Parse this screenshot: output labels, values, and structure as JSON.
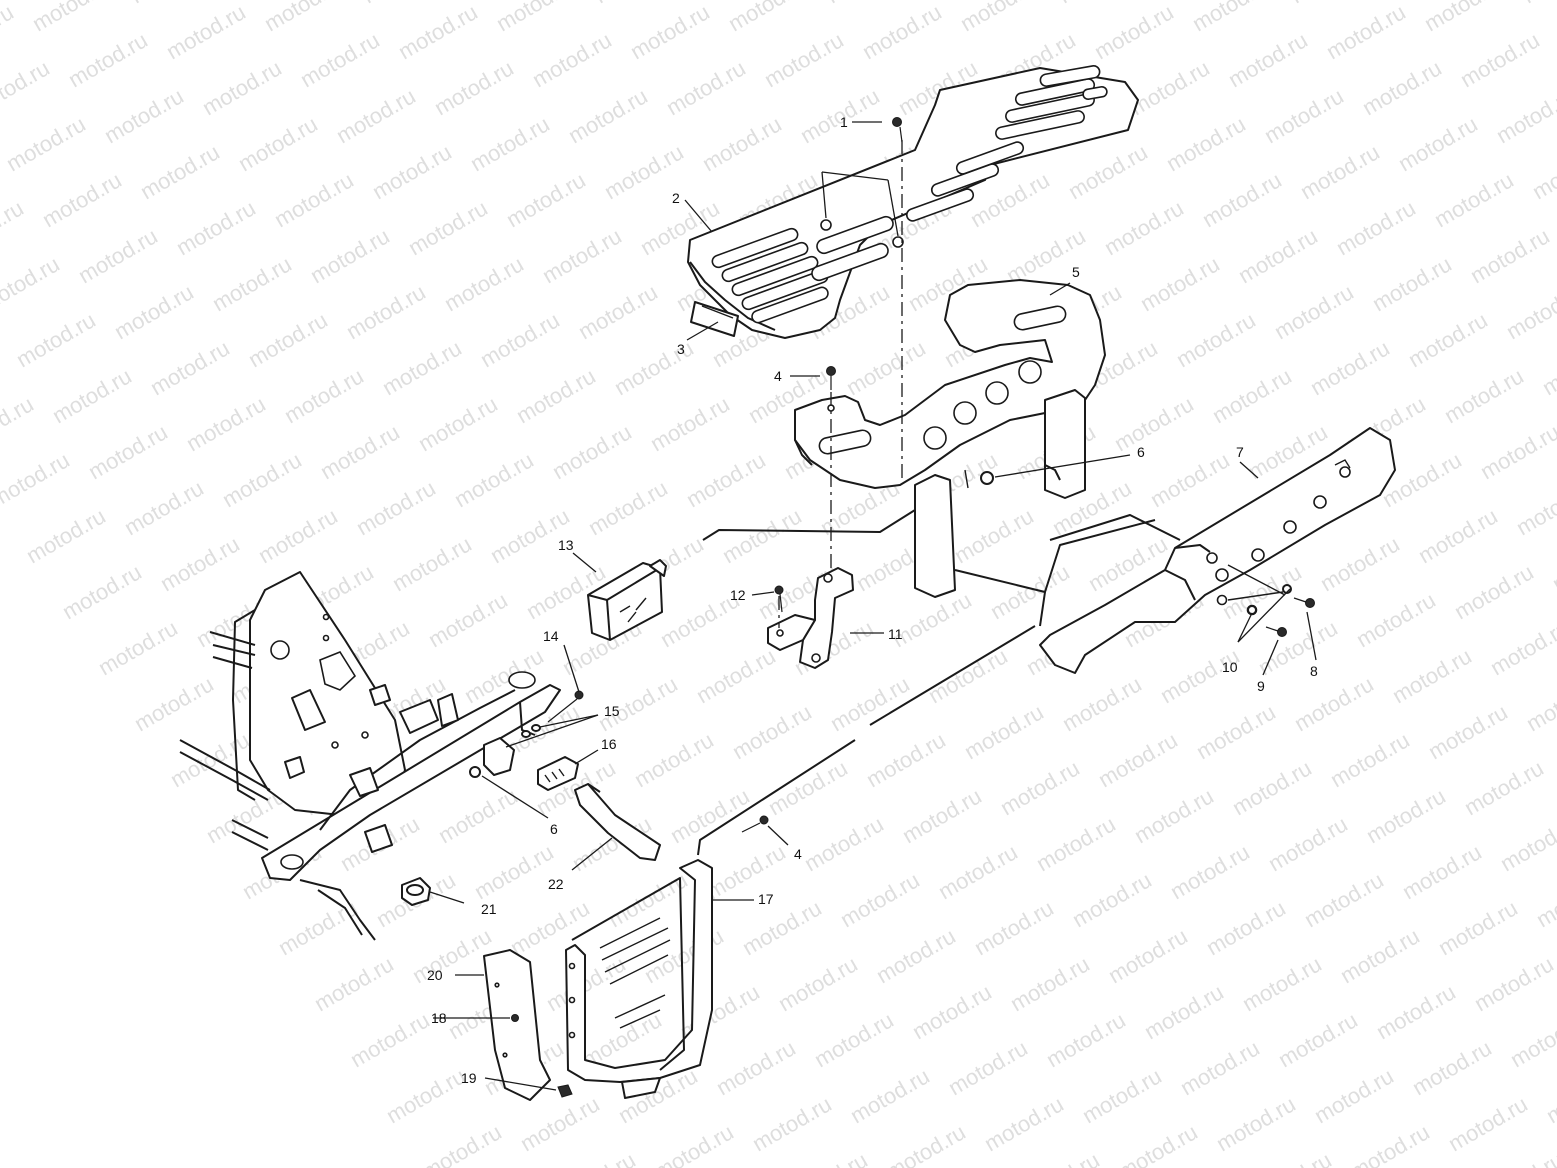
{
  "watermark": {
    "text": "motod.ru",
    "color": "#dedede"
  },
  "callouts": [
    {
      "id": "c1",
      "label": "1"
    },
    {
      "id": "c2",
      "label": "2"
    },
    {
      "id": "c3",
      "label": "3"
    },
    {
      "id": "c4a",
      "label": "4"
    },
    {
      "id": "c5",
      "label": "5"
    },
    {
      "id": "c6a",
      "label": "6"
    },
    {
      "id": "c7",
      "label": "7"
    },
    {
      "id": "c8",
      "label": "8"
    },
    {
      "id": "c9",
      "label": "9"
    },
    {
      "id": "c10",
      "label": "10"
    },
    {
      "id": "c11",
      "label": "11"
    },
    {
      "id": "c12",
      "label": "12"
    },
    {
      "id": "c13",
      "label": "13"
    },
    {
      "id": "c14",
      "label": "14"
    },
    {
      "id": "c15",
      "label": "15"
    },
    {
      "id": "c16",
      "label": "16"
    },
    {
      "id": "c6b",
      "label": "6"
    },
    {
      "id": "c22",
      "label": "22"
    },
    {
      "id": "c4b",
      "label": "4"
    },
    {
      "id": "c17",
      "label": "17"
    },
    {
      "id": "c21",
      "label": "21"
    },
    {
      "id": "c20",
      "label": "20"
    },
    {
      "id": "c18",
      "label": "18"
    },
    {
      "id": "c19",
      "label": "19"
    }
  ]
}
